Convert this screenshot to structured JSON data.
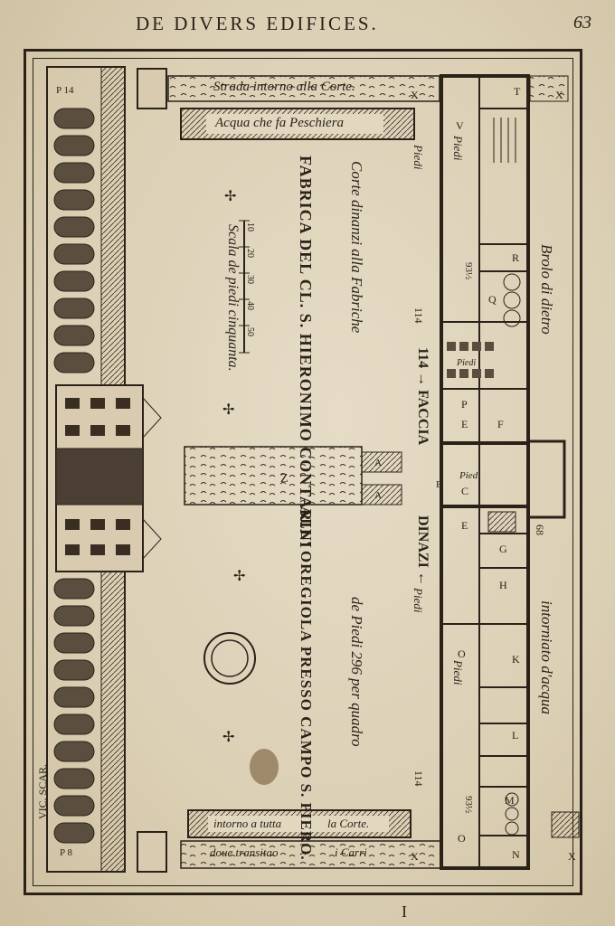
{
  "header": {
    "running_title": "DE DIVERS EDIFICES.",
    "page_number": "63"
  },
  "footer": {
    "signature_mark": "I",
    "engraver_mark": "VIC. SCAR."
  },
  "plan": {
    "title": "FABRICA DEL CL. S. HIERONIMO CONTARINI",
    "location": "ALL' OREGIOLA PRESSO CAMPO S. PIERO.",
    "court_caption": "Corte dinanzi alla Fabriche",
    "scale_caption": "Scala de piedi cinquanta.",
    "scale_ticks": [
      "10",
      "20",
      "30",
      "40",
      "50"
    ],
    "measure_note": "de Piedi 296 per quadro",
    "facade_label": "114 → FACCIA",
    "facade_label_2": "DINAZI ←",
    "road_top": "Strada intorno alla Corte.",
    "fishpond": "Acqua che fa Peschiera",
    "road_bottom_1": "intorno a tutta",
    "road_bottom_1b": "la Corte.",
    "road_bottom_2": "doue transitao",
    "road_bottom_2b": "i Carri",
    "brolo": "Brolo di dietro",
    "water_ring": "intorniato d'acqua",
    "dim_114_top": "114",
    "dim_114_bottom": "114",
    "dim_68": "68",
    "piedi_labels": [
      "Piedi",
      "Piedi",
      "Piedi",
      "Piedi",
      "Piedi",
      "Piedi"
    ],
    "dim_93_1": "93½",
    "dim_93_2": "93½",
    "room_letters": [
      "T",
      "R",
      "Q",
      "P",
      "E",
      "C",
      "B",
      "E",
      "H",
      "K",
      "L",
      "M",
      "N",
      "V",
      "X",
      "X",
      "X",
      "X",
      "Z",
      "A",
      "A",
      "O",
      "O",
      "F",
      "G"
    ],
    "portico_marks": [
      "P 14",
      "P 8"
    ]
  }
}
